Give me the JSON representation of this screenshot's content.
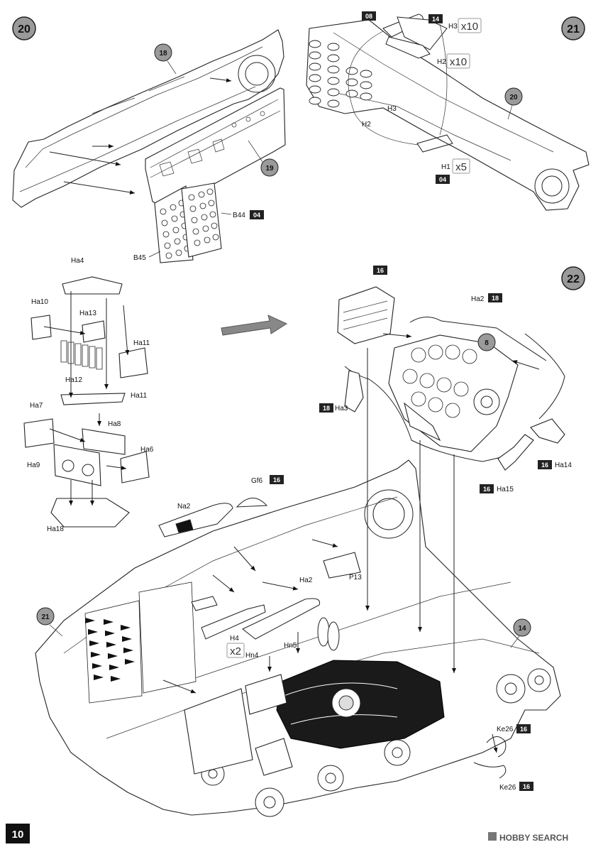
{
  "page_number": "10",
  "watermark": "HOBBY SEARCH",
  "steps": [
    {
      "number": "20"
    },
    {
      "number": "21"
    },
    {
      "number": "22"
    }
  ],
  "step20": {
    "labels": {
      "part18": "18",
      "part19": "19",
      "b44": "B44",
      "b45": "B45"
    },
    "badges": {
      "b44": "04"
    }
  },
  "step21": {
    "labels": {
      "h3_top": "H3",
      "h2_top": "H2",
      "h3": "H3",
      "h2": "H2",
      "h1": "H1",
      "part20": "20"
    },
    "multipliers": {
      "h3": "x10",
      "h2": "x10",
      "h1": "x5"
    },
    "badges": {
      "top": "08",
      "h3": "14",
      "h1": "04"
    }
  },
  "subassembly": {
    "labels": [
      "Ha4",
      "Ha10",
      "Ha13",
      "Ha11",
      "Ha12",
      "Ha11",
      "Ha7",
      "Ha8",
      "Ha6",
      "Ha9",
      "Ha18"
    ]
  },
  "step22": {
    "labels": {
      "ha2_top": "Ha2",
      "part8": "8",
      "ha3": "Ha3",
      "ha14": "Ha14",
      "ha15": "Ha15",
      "gf6": "Gf6",
      "na2": "Na2",
      "p13": "P13",
      "ha2": "Ha2",
      "h4": "H4",
      "hn5": "Hn5",
      "hn4": "Hn4",
      "part14": "14",
      "ke26a": "Ke26",
      "ke26b": "Ke26"
    },
    "multipliers": {
      "h4": "x2"
    },
    "badges": {
      "top": "16",
      "ha2": "18",
      "ha3": "18",
      "ha14": "16",
      "ha15": "16",
      "gf6": "16",
      "ke26a": "16",
      "ke26b": "16"
    },
    "part21": "21"
  }
}
